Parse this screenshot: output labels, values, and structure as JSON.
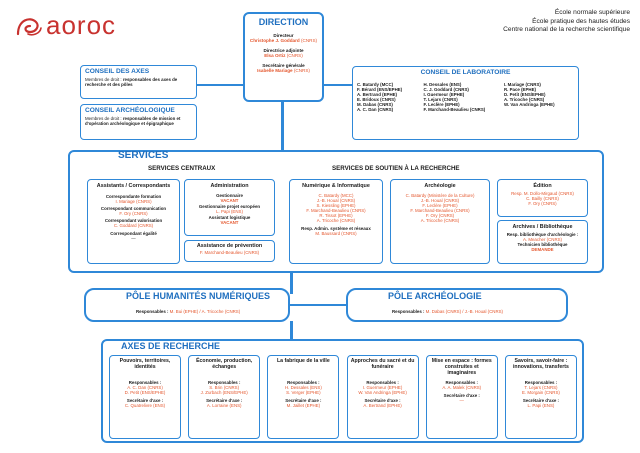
{
  "logo": {
    "text": "aoroc",
    "color": "#c8322f"
  },
  "institutions": [
    "École normale supérieure",
    "École pratique des hautes études",
    "Centre national de la recherche scientifique"
  ],
  "colors": {
    "accent": "#2f88d8",
    "highlight": "#e4572e"
  },
  "direction": {
    "title": "DIRECTION",
    "directeur_role": "Directeur",
    "directeur_name": "Christophe J. Goddard",
    "directeur_aff": "(CNRS)",
    "adjointe_role": "Directrice adjointe",
    "adjointe_name": "Elsa Ortiz",
    "adjointe_aff": "(CNRS)",
    "sg_role": "Secrétaire générale",
    "sg_name": "Isabelle Mariage",
    "sg_aff": "(CNRS)"
  },
  "conseil_axes": {
    "title": "CONSEIL DES AXES",
    "text_a": "Membres de droit : ",
    "text_b": "responsables des axes de recherche et des pôles"
  },
  "conseil_archeo": {
    "title": "CONSEIL ARCHÉOLOGIQUE",
    "text_a": "Membres de droit : ",
    "text_b": "responsables de mission et d'opération archéologique et épigraphique"
  },
  "conseil_labo": {
    "title": "CONSEIL DE LABORATOIRE",
    "col1": [
      "C. Batardy (MCC)",
      "F. Bérard (ENS/EPHE)",
      "A. Bertrand (EPHE)",
      "E. Bridoux (CNRS)",
      "M. Dabas (CNRS)",
      "A. C. Dan (CNRS)"
    ],
    "col2": [
      "H. Dessales (ENS)",
      "C. J. Goddard (CNRS)",
      "I. Guermeur (EPHE)",
      "T. Lejars (CNRS)",
      "F. Leclère (EPHE)",
      "F. Marchand-Beaulieu (CNRS)"
    ],
    "col3": [
      "I. Mariage (CNRS)",
      "R. Pace (EPHE)",
      "D. Petit (ENS/EPHE)",
      "A. Tricoche (CNRS)",
      "W. Van Andringa (EPHE)"
    ]
  },
  "services": {
    "title": "SERVICES",
    "centraux_title": "SERVICES CENTRAUX",
    "soutien_title": "SERVICES DE SOUTIEN À LA RECHERCHE",
    "assistants": {
      "title": "Assistants / Correspondants",
      "r1": "Correspondante formation",
      "n1": "I. Mariage (CNRS)",
      "r2": "Correspondant communication",
      "n2": "F. Ory (CNRS)",
      "r3": "Correspondant valorisation",
      "n3": "C. Goddard (CNRS)",
      "r4": "Correspondant égalité",
      "n4": "—"
    },
    "administration": {
      "title": "Administration",
      "r1": "Gestionnaire",
      "n1": "VACANT",
      "r2": "Gestionnaire projet européen",
      "n2": "L. Papi (ENS)",
      "r3": "Assistant logistique",
      "n3": "VACANT"
    },
    "prevention": {
      "title": "Assistance de prévention",
      "n1": "F. Marchand-Beaulieu (CNRS)"
    },
    "numerique": {
      "title": "Numérique & Informatique",
      "names": [
        "C. Batardy (MCC)",
        "J.-B. Houal (CNRS)",
        "S. Kiessling (EPHE)",
        "F. Marchand-Beaulieu (CNRS)",
        "R. Tissot (EPHE)",
        "A. Tricoche (CNRS)"
      ],
      "r_admin": "Resp. Admin. système et réseaux",
      "n_admin": "M. Baussard (CNRS)"
    },
    "archeologie": {
      "title": "Archéologie",
      "names": [
        "C. Batardy (Ministère de la Culture)",
        "J.-B. Houal (CNRS)",
        "F. Leclère (EPHE)",
        "F. Marchand-Beaulieu (CNRS)",
        "F. Ory (CNRS)",
        "A. Tricoche (CNRS)"
      ]
    },
    "edition": {
      "title": "Édition",
      "r1": "Resp. M. Dollo-Mirgaud (CNRS)",
      "names": [
        "C. Bailly (CNRS)",
        "F. Ory (CNRS)"
      ]
    },
    "archives": {
      "title": "Archives / Bibliothèque",
      "r1": "Resp. bibliothèque d'archéologie :",
      "n1": "A. Meacher (CNRS)",
      "r2": "Technicien bibliothèque",
      "n2": "DEMANDE"
    }
  },
  "pole_hn": {
    "title": "PÔLE HUMANITÉS NUMÉRIQUES",
    "resp_label": "Responsables : ",
    "resp": "M. Bui (EPHE) / A. Tricoche (CNRS)"
  },
  "pole_archeo": {
    "title": "PÔLE ARCHÉOLOGIE",
    "resp_label": "Responsables : ",
    "resp": "M. Dabas (CNRS) / J.-B. Houal (CNRS)"
  },
  "axes": {
    "title": "AXES DE RECHERCHE",
    "resp_label": "Responsables :",
    "sec_label": "Secrétaire d'axe :",
    "items": [
      {
        "title": "Pouvoirs, territoires, identités",
        "resp": [
          "A. C. Dan (CNRS)",
          "D. Petit (ENS/EPHE)"
        ],
        "sec": "C. Quatrelivre (ENS)"
      },
      {
        "title": "Économie, production, échanges",
        "resp": [
          "S. Brin (CNRS)",
          "J. Zurbach (ENS/EPHE)"
        ],
        "sec": "A. Lorraine (ENS)"
      },
      {
        "title": "La fabrique de la ville",
        "resp": [
          "H. Dessales (ENS)",
          "S. Verger (EPHE)"
        ],
        "sec": "M. Jaillet (EPHE)"
      },
      {
        "title": "Approches du sacré et du funéraire",
        "resp": [
          "I. Guermeur (EPHE)",
          "W. Van Andringa (EPHE)"
        ],
        "sec": "A. Bertrand (EPHE)"
      },
      {
        "title": "Mise en espace : formes construites et imaginaires",
        "resp": [
          "A. A. Malek (CNRS)"
        ],
        "sec": "—"
      },
      {
        "title": "Savoirs, savoir-faire : innovations, transferts",
        "resp": [
          "T. Lejars (CNRS)",
          "E. Morgain (CNRS)"
        ],
        "sec": "L. Papi (ENS)"
      }
    ]
  }
}
